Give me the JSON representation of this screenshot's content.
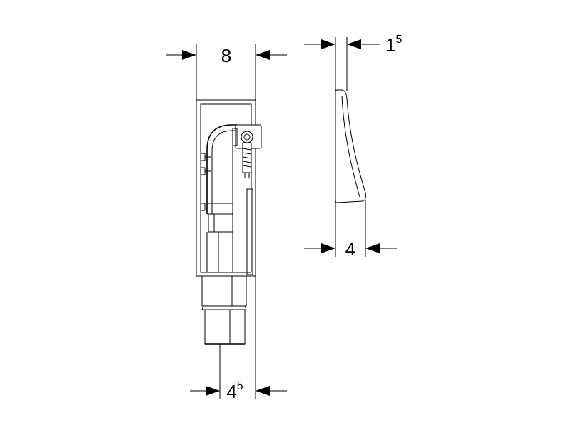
{
  "dimensions": {
    "top_left_width": {
      "main": "8",
      "sup": ""
    },
    "top_right_thickness": {
      "main": "1",
      "sup": "5"
    },
    "bottom_right_depth": {
      "main": "4",
      "sup": ""
    },
    "bottom_pipe_width": {
      "main": "4",
      "sup": "5"
    }
  },
  "colors": {
    "line": "#000000",
    "background": "#ffffff"
  }
}
